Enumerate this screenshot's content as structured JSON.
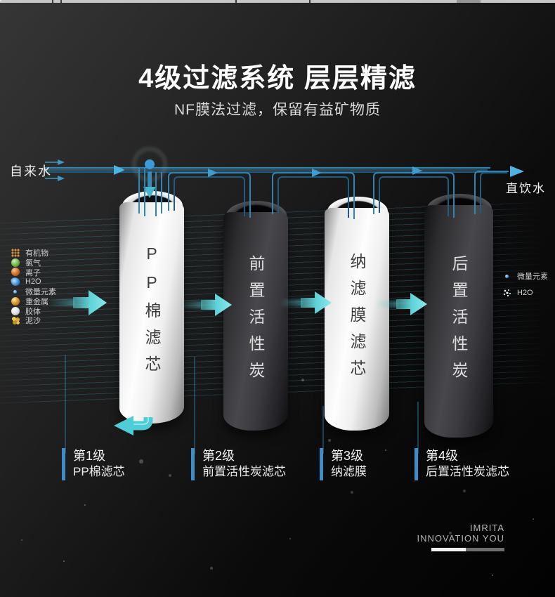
{
  "header": {
    "title": "4级过滤系统 层层精滤",
    "subtitle": "NF膜法过滤，保留有益矿物质"
  },
  "flow": {
    "input_label": "自来水",
    "output_label": "直饮水"
  },
  "legend_left": {
    "items": [
      {
        "icon": "organic-grid-icon",
        "label": "有机物"
      },
      {
        "icon": "chlorine-sphere-icon",
        "label": "氯气"
      },
      {
        "icon": "ion-sphere-icon",
        "label": "离子"
      },
      {
        "icon": "water-crystal-icon",
        "label": "H2O"
      },
      {
        "icon": "trace-element-dot-icon",
        "label": "微量元素"
      },
      {
        "icon": "heavy-metal-sphere-icon",
        "label": "重金属"
      },
      {
        "icon": "colloid-sphere-icon",
        "label": "胶体"
      },
      {
        "icon": "sediment-cluster-icon",
        "label": "泥沙"
      }
    ]
  },
  "legend_right": {
    "items": [
      {
        "icon": "trace-element-dot-icon",
        "label": "微量元素"
      },
      {
        "icon": "water-molecule-icon",
        "label": "H2O"
      }
    ]
  },
  "filters": [
    {
      "stage": "第1级",
      "vertical_label": "PP棉滤芯",
      "caption": "PP棉滤芯",
      "body": "white"
    },
    {
      "stage": "第2级",
      "vertical_label": "前置活性炭",
      "caption": "前置活性炭滤芯",
      "body": "dark"
    },
    {
      "stage": "第3级",
      "vertical_label": "纳滤膜滤芯",
      "caption": "纳滤膜",
      "body": "white"
    },
    {
      "stage": "第4级",
      "vertical_label": "后置活性炭",
      "caption": "后置活性炭滤芯",
      "body": "dark"
    }
  ],
  "branding": {
    "name": "IMRITA",
    "tagline": "INNOVATION YOU"
  },
  "colors": {
    "accent_cyan": "#4ecdd6",
    "pipe_blue": "#2e86b6",
    "pipe_highlight": "#4aa7d2",
    "label_bar_blue": "#3e8cc8",
    "background_top": "#343434",
    "background_bottom": "#050505",
    "top_strip": "#c7c7c7"
  }
}
